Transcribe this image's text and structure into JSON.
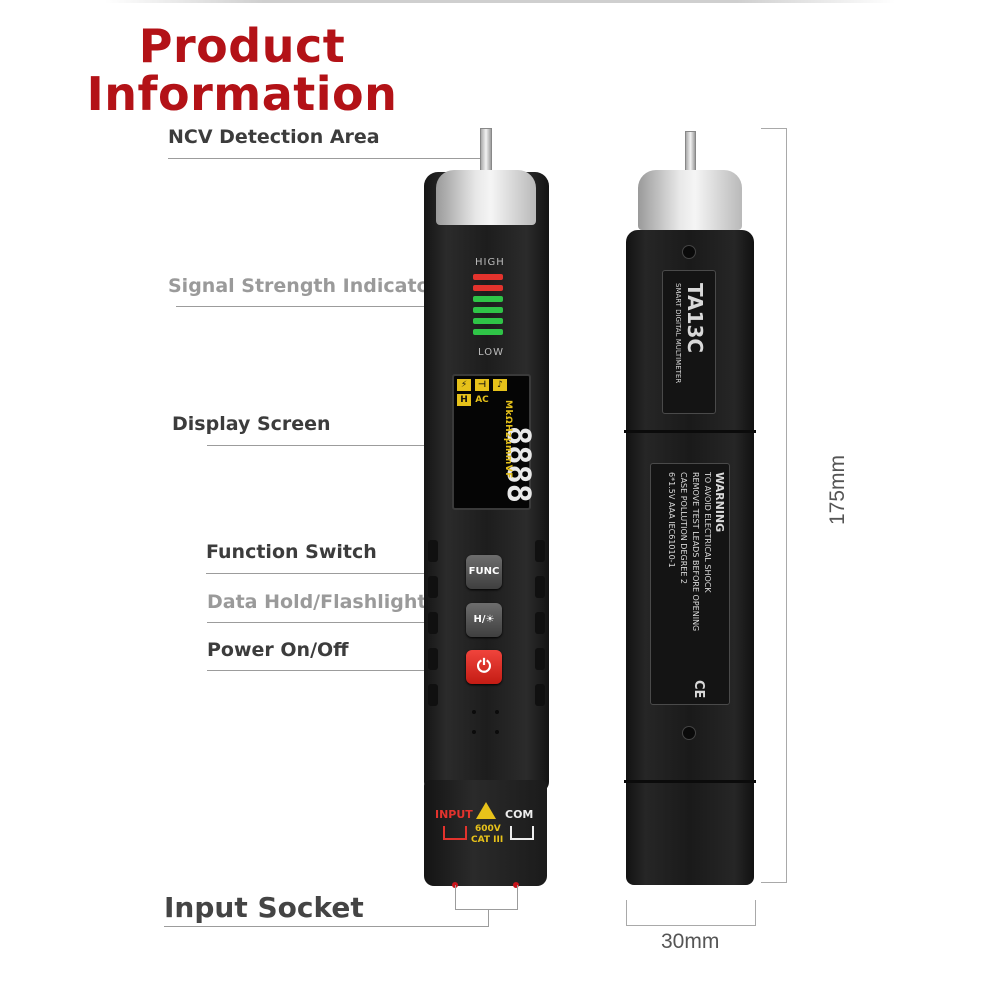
{
  "title": {
    "line1": "Product",
    "line2": "Information"
  },
  "callouts": {
    "ncv": "NCV Detection Area",
    "signal": "Signal Strength Indicator",
    "display": "Display Screen",
    "function": "Function Switch",
    "hold": "Data Hold/Flashlight",
    "power": "Power On/Off",
    "socket": "Input Socket"
  },
  "device": {
    "signal_high": "HIGH",
    "signal_low": "LOW",
    "screen_digits": "8888",
    "screen_units": "MkΩHzμmmVF",
    "screen_mode": "AC",
    "func_button": "FUNC",
    "hold_button": "H/☀",
    "power_icon": "power-icon",
    "input_label": "INPUT",
    "com_label": "COM",
    "rating_voltage": "600V",
    "rating_cat": "CAT III",
    "model": "TA13C",
    "subtitle": "SMART DIGITAL MULTIMETER",
    "warning_title": "WARNING",
    "warning_line1": "TO AVOID ELECTRICAL SHOCK",
    "warning_line2": "REMOVE TEST LEADS BEFORE OPENING",
    "warning_line3": "CASE  POLLUTION DEGREE 2",
    "warning_line4": "6*1.5V AAA  IEC61010-1",
    "ce_mark": "CE"
  },
  "dimensions": {
    "height": "175mm",
    "width": "30mm"
  },
  "colors": {
    "title": "#b31217",
    "callout_dot": "#c8141b",
    "bar_red": "#e3332d",
    "bar_green": "#2fc447",
    "power_button": "#e0302a",
    "screen_accent": "#e6c11a"
  }
}
